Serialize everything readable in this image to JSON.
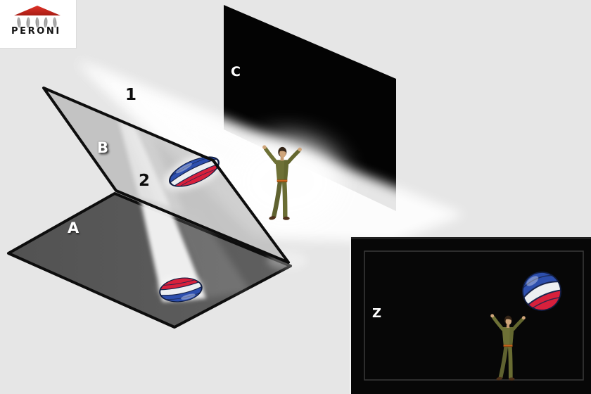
{
  "brand": {
    "name": "PERONI"
  },
  "scene": {
    "labels": {
      "beam": "1",
      "scrim_beam": "2",
      "floor": "A",
      "scrim": "B",
      "backdrop": "C",
      "result": "Z"
    }
  },
  "colors": {
    "background": "#e6e6e6",
    "floor_gray": "#585858",
    "scrim_gray": "#c8c8c8",
    "backdrop_black": "#000000",
    "beam_white": "#ffffff",
    "result_panel_black": "#070707",
    "logo_red": "#c8231c",
    "ball_blue": "#2d4fae",
    "ball_red": "#d8203c",
    "figure_olive": "#6e7136"
  }
}
